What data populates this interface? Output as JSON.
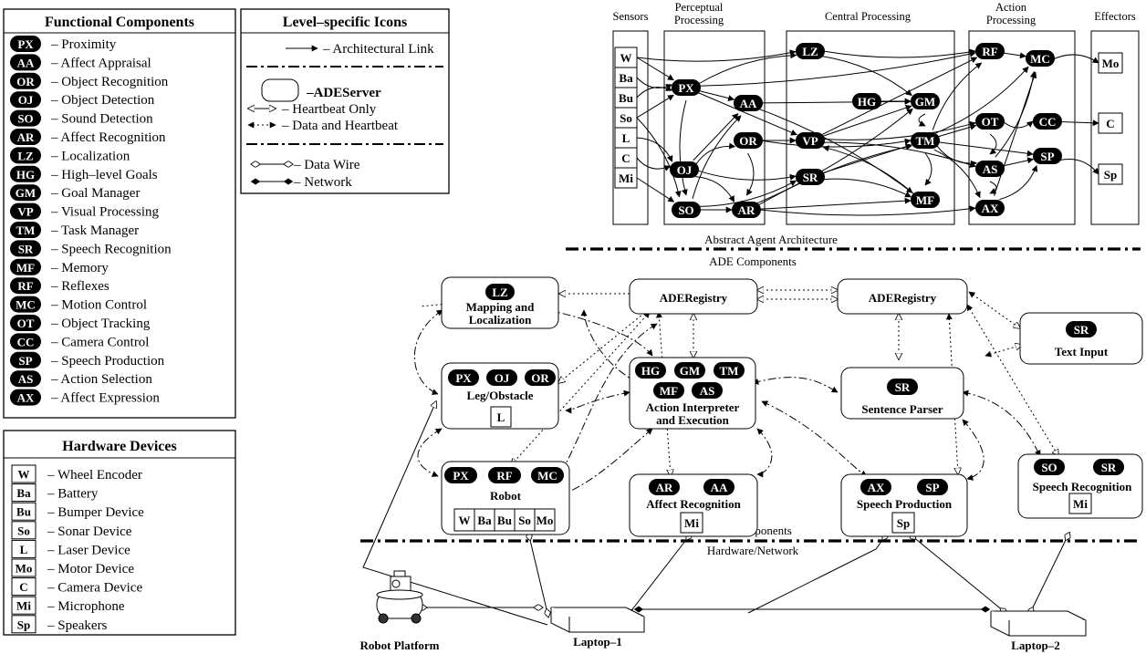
{
  "legend_functional": {
    "title": "Functional Components",
    "items": [
      {
        "abbr": "PX",
        "label": "– Proximity"
      },
      {
        "abbr": "AA",
        "label": "– Affect Appraisal"
      },
      {
        "abbr": "OR",
        "label": "– Object Recognition"
      },
      {
        "abbr": "OJ",
        "label": "– Object Detection"
      },
      {
        "abbr": "SO",
        "label": "– Sound Detection"
      },
      {
        "abbr": "AR",
        "label": "– Affect Recognition"
      },
      {
        "abbr": "LZ",
        "label": "– Localization"
      },
      {
        "abbr": "HG",
        "label": "– High–level Goals"
      },
      {
        "abbr": "GM",
        "label": "– Goal Manager"
      },
      {
        "abbr": "VP",
        "label": "– Visual Processing"
      },
      {
        "abbr": "TM",
        "label": "– Task Manager"
      },
      {
        "abbr": "SR",
        "label": "– Speech Recognition"
      },
      {
        "abbr": "MF",
        "label": "– Memory"
      },
      {
        "abbr": "RF",
        "label": "– Reflexes"
      },
      {
        "abbr": "MC",
        "label": "– Motion Control"
      },
      {
        "abbr": "OT",
        "label": "– Object Tracking"
      },
      {
        "abbr": "CC",
        "label": "– Camera Control"
      },
      {
        "abbr": "SP",
        "label": "– Speech Production"
      },
      {
        "abbr": "AS",
        "label": "– Action Selection"
      },
      {
        "abbr": "AX",
        "label": "– Affect Expression"
      }
    ]
  },
  "legend_hardware": {
    "title": "Hardware Devices",
    "items": [
      {
        "abbr": "W",
        "label": "– Wheel Encoder"
      },
      {
        "abbr": "Ba",
        "label": "– Battery"
      },
      {
        "abbr": "Bu",
        "label": "– Bumper Device"
      },
      {
        "abbr": "So",
        "label": "– Sonar Device"
      },
      {
        "abbr": "L",
        "label": "– Laser Device"
      },
      {
        "abbr": "Mo",
        "label": "– Motor Device"
      },
      {
        "abbr": "C",
        "label": "– Camera Device"
      },
      {
        "abbr": "Mi",
        "label": "– Microphone"
      },
      {
        "abbr": "Sp",
        "label": "– Speakers"
      }
    ]
  },
  "legend_icons": {
    "title": "Level–specific Icons",
    "arch_link": "– Architectural Link",
    "ade_server": "–ADEServer",
    "heartbeat_only": "– Heartbeat Only",
    "data_heartbeat": "– Data and Heartbeat",
    "data_wire": "– Data Wire",
    "network": "– Network"
  },
  "architecture": {
    "columns": {
      "sensors": "Sensors",
      "perceptual_1": "Perceptual",
      "perceptual_2": "Processing",
      "central": "Central Processing",
      "action_1": "Action",
      "action_2": "Processing",
      "effectors": "Effectors"
    },
    "sensors": [
      "W",
      "Ba",
      "Bu",
      "So",
      "L",
      "C",
      "Mi"
    ],
    "effectors": [
      "Mo",
      "C",
      "Sp"
    ],
    "nodes": {
      "PX": "PX",
      "AA": "AA",
      "OR": "OR",
      "OJ": "OJ",
      "SO": "SO",
      "AR": "AR",
      "LZ": "LZ",
      "HG": "HG",
      "GM": "GM",
      "VP": "VP",
      "TM": "TM",
      "SR": "SR",
      "MF": "MF",
      "RF": "RF",
      "MC": "MC",
      "OT": "OT",
      "CC": "CC",
      "AS": "AS",
      "SP": "SP",
      "AX": "AX"
    }
  },
  "separators": {
    "abstract": "Abstract Agent Architecture",
    "ade_top": "ADE Components",
    "ade_bottom": "ADE Components",
    "hardware": "Hardware/Network"
  },
  "ade": {
    "registry": "ADERegistry",
    "mapping_l1": "Mapping and",
    "mapping_l2": "Localization",
    "leg_obstacle": "Leg/Obstacle",
    "action_interp_l1": "Action Interpreter",
    "action_interp_l2": "and Execution",
    "sentence_parser": "Sentence Parser",
    "text_input": "Text Input",
    "robot": "Robot",
    "affect_recognition": "Affect Recognition",
    "speech_production": "Speech Production",
    "speech_recognition": "Speech Recognition",
    "robot_devices": [
      "W",
      "Ba",
      "Bu",
      "So",
      "Mo"
    ]
  },
  "hardware": {
    "robot_platform": "Robot Platform",
    "laptop1": "Laptop–1",
    "laptop2": "Laptop–2"
  }
}
